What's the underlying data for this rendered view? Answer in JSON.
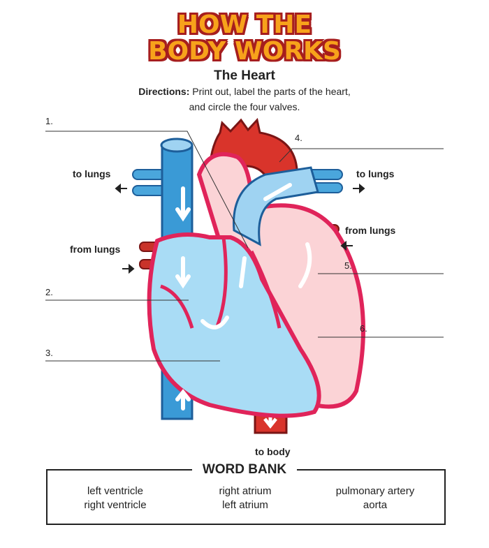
{
  "header": {
    "title_line1": "HOW THE",
    "title_line2": "BODY WORKS",
    "subtitle": "The Heart",
    "directions_label": "Directions:",
    "directions_text": " Print out, label the parts of the heart,",
    "directions_line2": "and circle the four valves."
  },
  "diagram": {
    "labels": {
      "to_lungs_left": "to lungs",
      "to_lungs_right": "to lungs",
      "from_lungs_left": "from lungs",
      "from_lungs_right": "from lungs",
      "to_body": "to body"
    },
    "blanks": [
      "1.",
      "2.",
      "3.",
      "4.",
      "5.",
      "6."
    ],
    "colors": {
      "deoxygenated": "#5bb8e8",
      "oxygenated": "#d9342b",
      "outline": "#e0245a",
      "left_chamber": "#fbd3d6"
    }
  },
  "word_bank": {
    "title": "WORD BANK",
    "columns": [
      [
        "left ventricle",
        "right ventricle"
      ],
      [
        "right atrium",
        "left atrium"
      ],
      [
        "pulmonary artery",
        "aorta"
      ]
    ]
  }
}
